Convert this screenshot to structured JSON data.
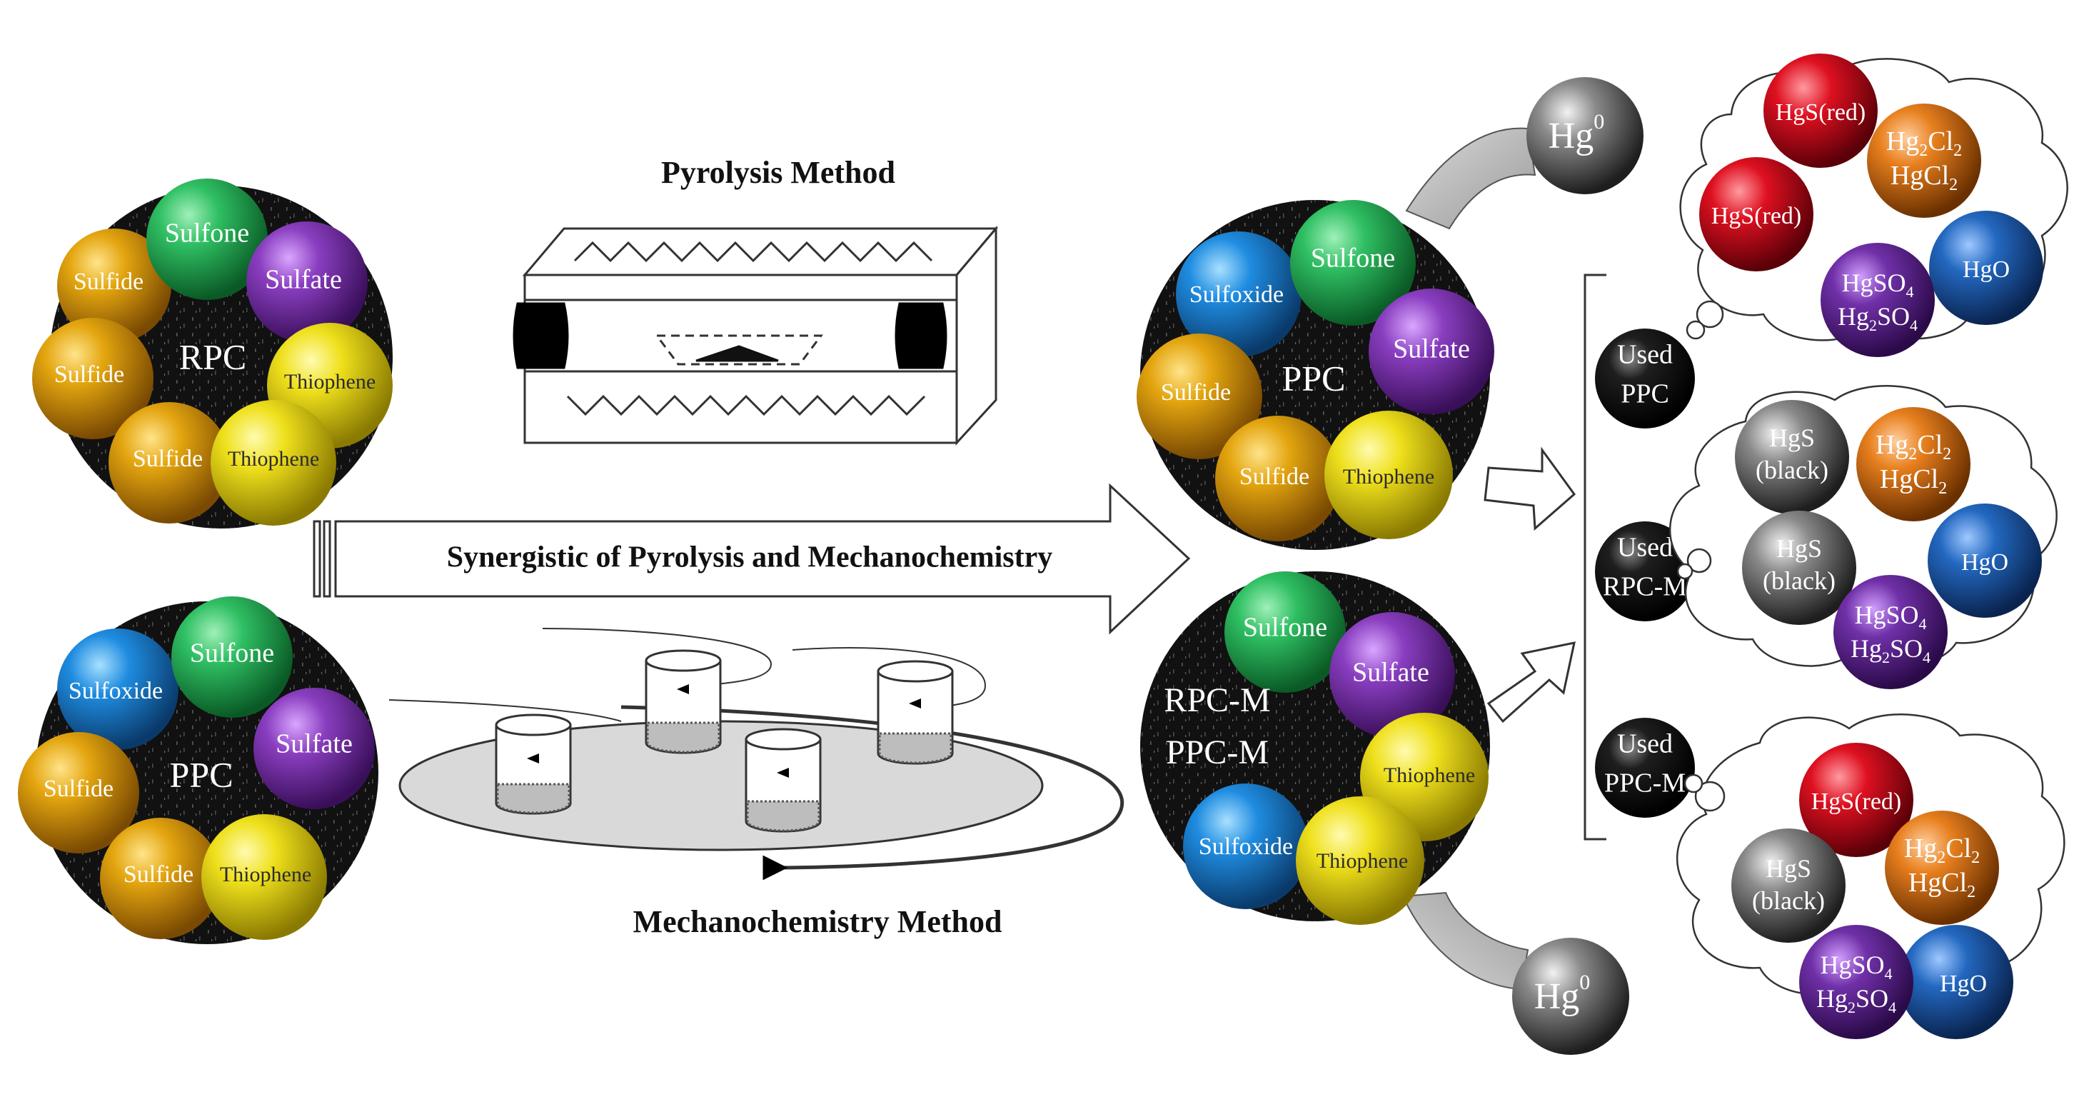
{
  "titles": {
    "pyrolysis": "Pyrolysis Method",
    "synergy": "Synergistic of Pyrolysis and Mechanochemistry",
    "mechano": "Mechanochemistry Method"
  },
  "colors": {
    "sulfone": "#1aa84f",
    "sulfate": "#7b2fa8",
    "sulfide": "#d79a0a",
    "thiophene": "#e2d21a",
    "sulfoxide": "#1f7fd6",
    "hgs_red": "#d0101c",
    "hg2cl2": "#e07a1c",
    "hgo": "#1f5fb4",
    "hgso4": "#6a2a9a",
    "hgs_black": "#6a6a6a",
    "hg0": "#8a8a8a"
  },
  "clusters": {
    "rpc": {
      "center": "RPC",
      "balls": [
        "Sulfone",
        "Sulfide",
        "Sulfate",
        "Sulfide",
        "Thiophene",
        "Sulfide",
        "Thiophene"
      ]
    },
    "ppc_raw": {
      "center": "PPC",
      "balls": [
        "Sulfone",
        "Sulfoxide",
        "Sulfate",
        "Sulfide",
        "Sulfide",
        "Thiophene"
      ]
    },
    "ppc_pyro": {
      "center": "PPC",
      "balls": [
        "Sulfone",
        "Sulfoxide",
        "Sulfate",
        "Sulfide",
        "Sulfide",
        "Thiophene"
      ]
    },
    "milled": {
      "center_line1": "RPC-M",
      "center_line2": "PPC-M",
      "balls": [
        "Sulfone",
        "Sulfate",
        "Thiophene",
        "Sulfoxide",
        "Thiophene"
      ]
    }
  },
  "hg0": {
    "symbol": "Hg",
    "superscript": "0"
  },
  "used": [
    {
      "line1": "Used",
      "line2": "PPC"
    },
    {
      "line1": "Used",
      "line2": "RPC-M"
    },
    {
      "line1": "Used",
      "line2": "PPC-M"
    }
  ],
  "products": {
    "hgs_red": "HgS(red)",
    "hgs_black_1": "HgS",
    "hgs_black_2": "(black)",
    "hgo": "HgO",
    "hg": "Hg",
    "cl": "Cl",
    "so": "SO",
    "sub2": "2",
    "sub4": "4"
  }
}
